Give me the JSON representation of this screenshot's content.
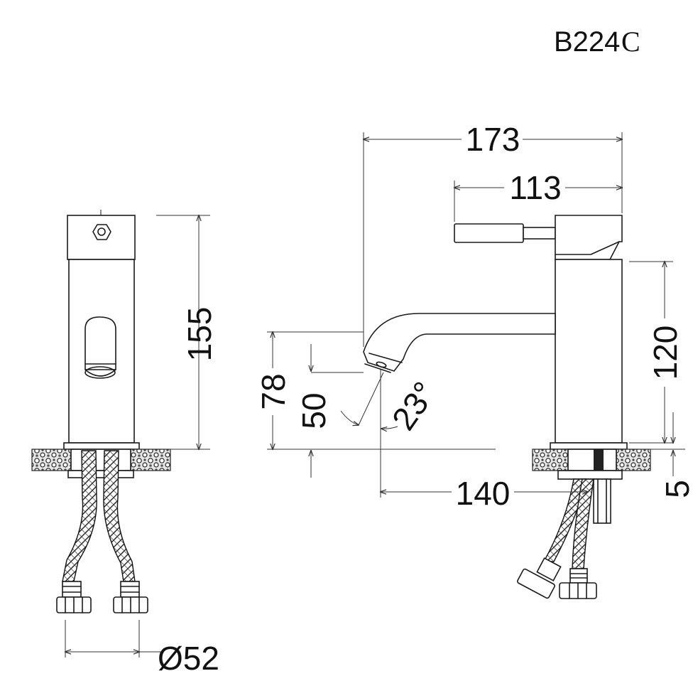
{
  "model": {
    "prefix": "B224",
    "suffix": "C"
  },
  "dimensions": {
    "overall_height": "155",
    "base_diameter": "Ø52",
    "overall_length": "173",
    "lever_length": "113",
    "body_height": "120",
    "spout_height": "78",
    "outlet_clearance": "50",
    "outlet_angle": "23°",
    "spout_reach": "140",
    "counter_thickness": "5"
  }
}
